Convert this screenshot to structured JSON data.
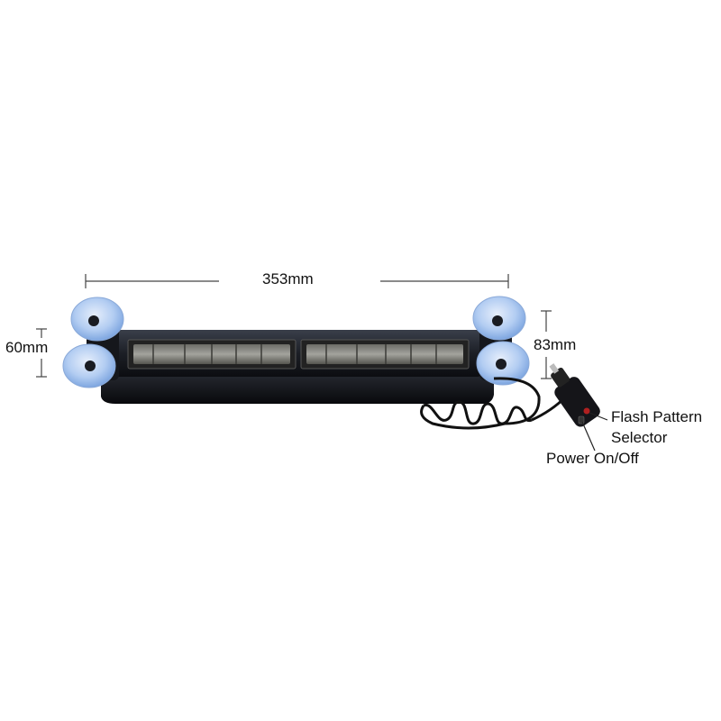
{
  "dimensions": {
    "width_label": "353mm",
    "bracket_height_label": "60mm",
    "overall_height_label": "83mm"
  },
  "callouts": {
    "flash_pattern_line1": "Flash Pattern",
    "flash_pattern_line2": "Selector",
    "power_label": "Power On/Off"
  },
  "colors": {
    "background": "#ffffff",
    "housing": "#1a1d24",
    "suction_cup": "#a9c6ee",
    "led_lens": "#8f8f8a",
    "switch_red": "#b02020"
  }
}
